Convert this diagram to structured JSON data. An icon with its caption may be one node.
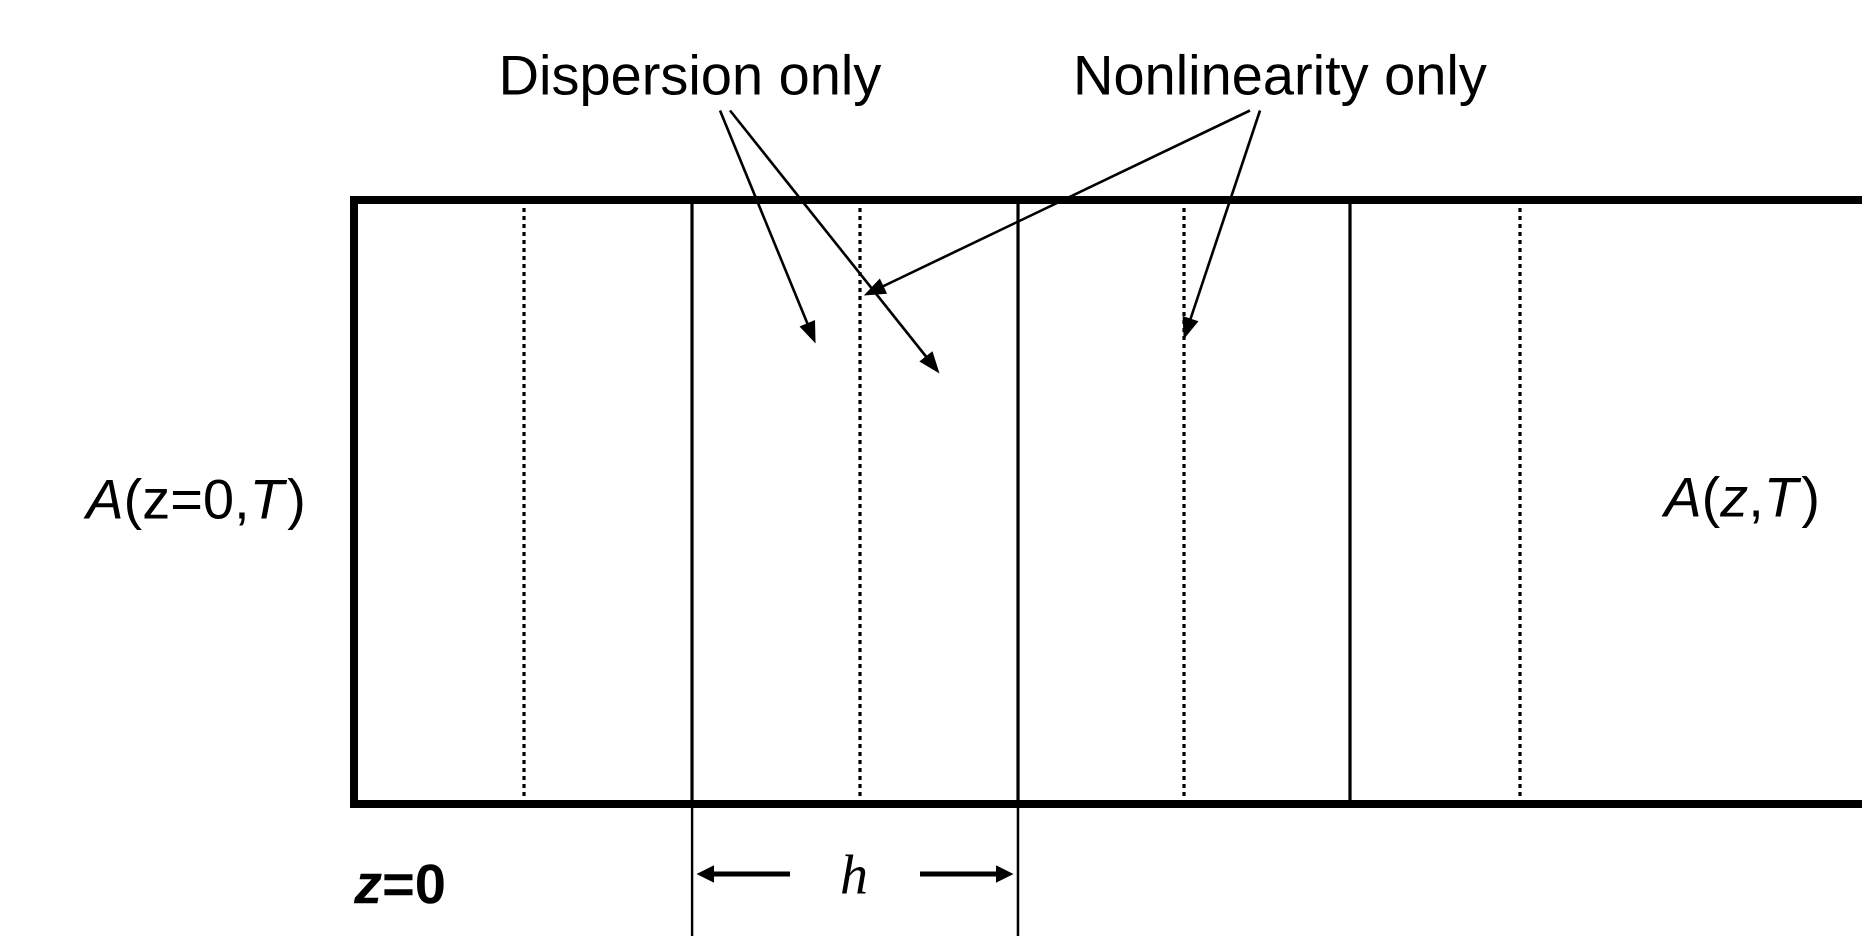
{
  "diagram": {
    "nodes": [
      {
        "text": [
          "Dispersion only"
        ]
      },
      {
        "text": [
          "Nonlinearity only"
        ]
      },
      {
        "text": [
          "*A*(*z*,*T*)"
        ]
      }
    ],
    "edges": [
      {
        "from": 0,
        "to": 2,
        "arrow": "to"
      },
      {
        "from": 0,
        "to": 2,
        "arrow": "to"
      },
      {
        "from": 1,
        "to": 2,
        "arrow": "to"
      },
      {
        "from": 1,
        "to": 2,
        "arrow": "to"
      }
    ],
    "labels": [
      "*A*(z=0,*T*)",
      "*z*=0",
      "h"
    ]
  }
}
